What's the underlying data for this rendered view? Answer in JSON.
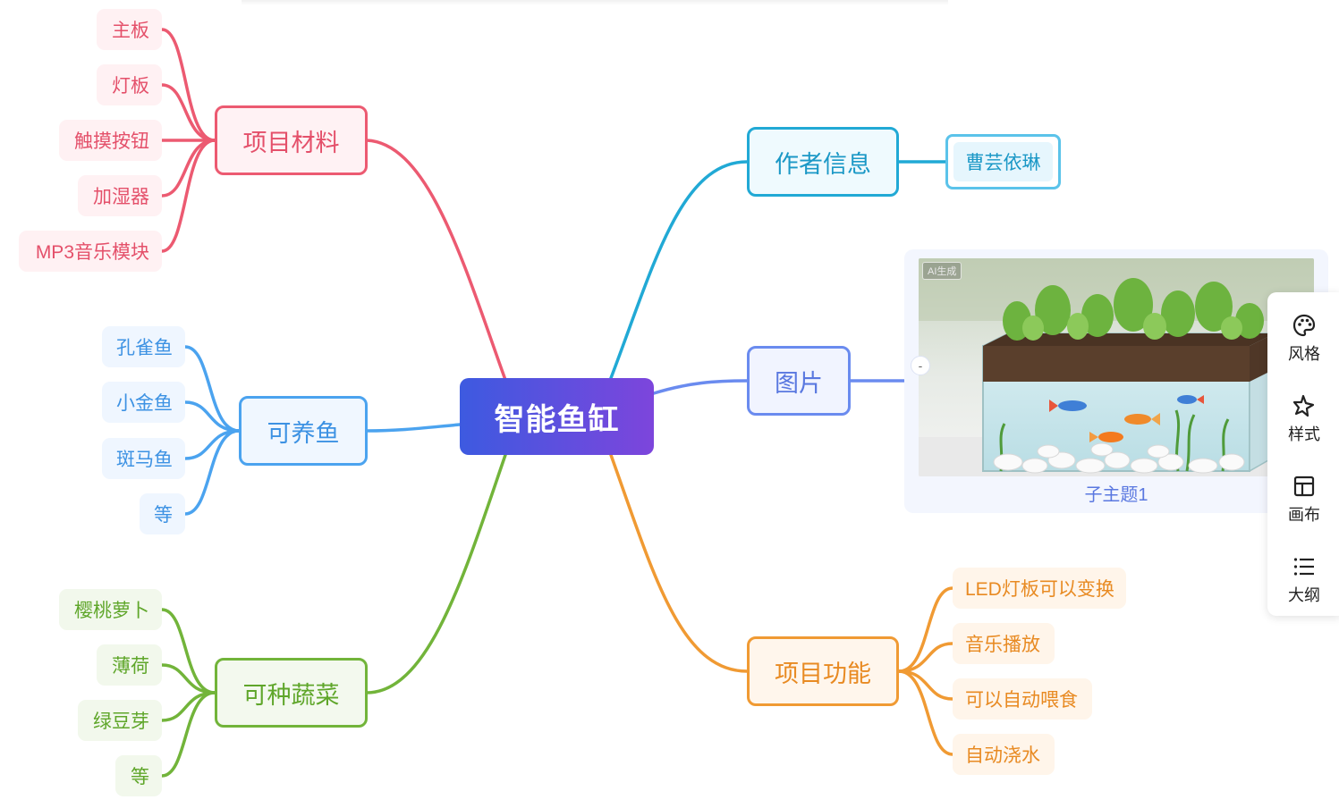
{
  "root": {
    "label": "智能鱼缸"
  },
  "materials": {
    "label": "项目材料",
    "color": "#ec5a71",
    "items": [
      "主板",
      "灯板",
      "触摸按钮",
      "加湿器",
      "MP3音乐模块"
    ]
  },
  "fish": {
    "label": "可养鱼",
    "color": "#4ba3ef",
    "items": [
      "孔雀鱼",
      "小金鱼",
      "斑马鱼",
      "等"
    ]
  },
  "vegetables": {
    "label": "可种蔬菜",
    "color": "#72b43a",
    "items": [
      "樱桃萝卜",
      "薄荷",
      "绿豆芽",
      "等"
    ]
  },
  "author": {
    "label": "作者信息",
    "color": "#21a9d5",
    "name": "曹芸依琳"
  },
  "picture": {
    "label": "图片",
    "color": "#6a8bef",
    "ai_tag": "AI生成",
    "caption": "子主题1"
  },
  "features": {
    "label": "项目功能",
    "color": "#f09a33",
    "items": [
      "LED灯板可以变换",
      "音乐播放",
      "可以自动喂食",
      "自动浇水"
    ]
  },
  "toolbar": {
    "items": [
      {
        "label": "风格",
        "icon": "palette-icon"
      },
      {
        "label": "样式",
        "icon": "sparkle-icon"
      },
      {
        "label": "画布",
        "icon": "layout-icon"
      },
      {
        "label": "大纲",
        "icon": "outline-list-icon"
      }
    ]
  },
  "collapse": {
    "symbol": "-"
  }
}
